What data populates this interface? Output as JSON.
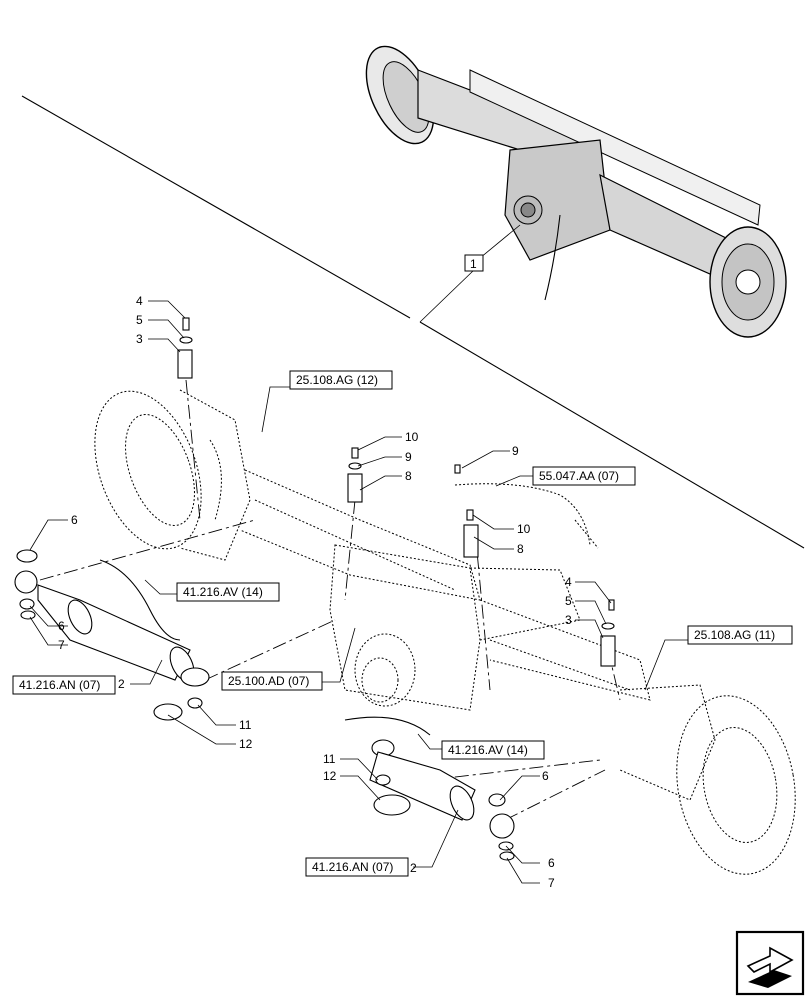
{
  "diagram": {
    "inset_callout": "1",
    "item_numbers": {
      "top_left_bolt": "4",
      "top_left_washer": "5",
      "top_left_pin": "3",
      "mid_bolt_10": "10",
      "mid_washer_9": "9",
      "mid_pin_8": "8",
      "right_washer_9": "9",
      "right_bolt_10": "10",
      "right_pin_8": "8",
      "right_bolt_4": "4",
      "right_washer_5": "5",
      "right_pin_3": "3",
      "left_seal_6a": "6",
      "left_seal_6b": "6",
      "left_ring_7": "7",
      "left_cyl_2": "2",
      "left_clamp_11": "11",
      "left_clamp_12": "12",
      "bot_11": "11",
      "bot_12": "12",
      "bot_seal_6a": "6",
      "bot_seal_6b": "6",
      "bot_ring_7": "7",
      "bot_cyl_2": "2"
    },
    "refs": {
      "axle_top": "25.108.AG (12)",
      "axle_right": "25.108.AG (11)",
      "harness": "55.047.AA (07)",
      "hose_left": "41.216.AV (14)",
      "hose_bottom": "41.216.AV (14)",
      "housing": "25.100.AD (07)",
      "cyl_left": "41.216.AN (07)",
      "cyl_bottom": "41.216.AN (07)"
    },
    "nav_icon": "next-page-arrow-icon"
  }
}
